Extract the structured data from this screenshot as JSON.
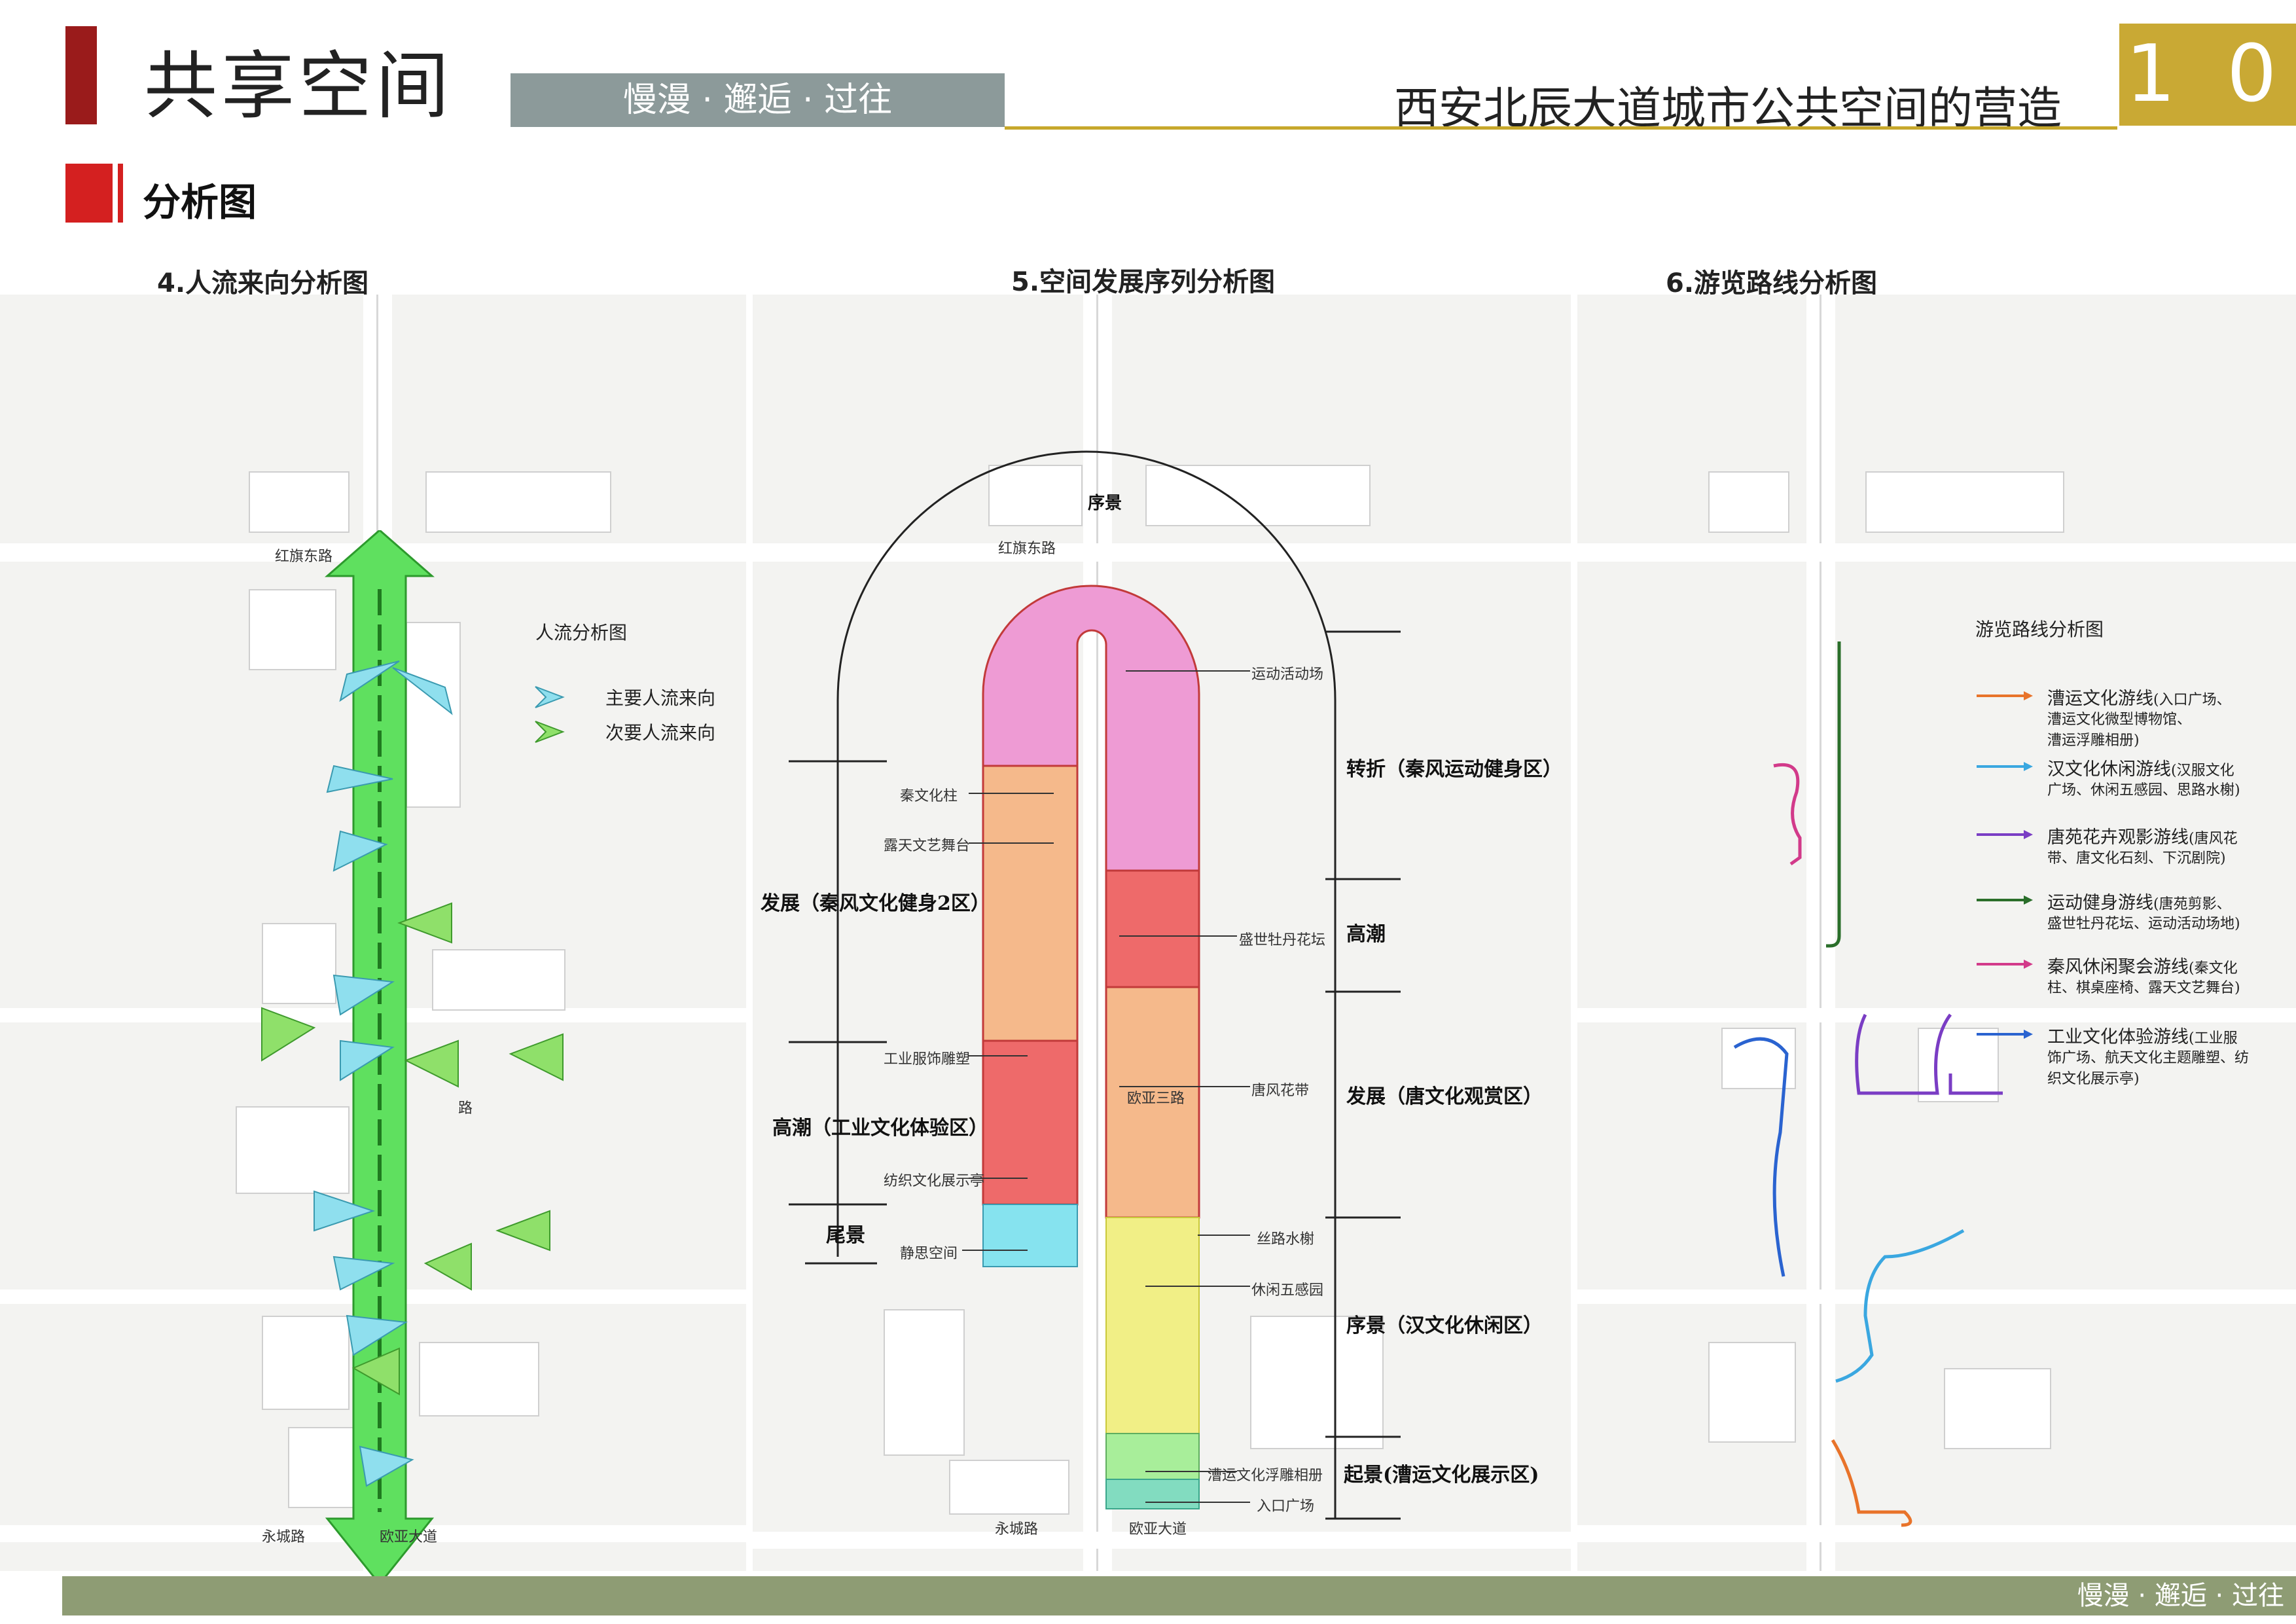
{
  "header": {
    "title": "共享空间",
    "subtitle": "慢漫 · 邂逅 · 过往",
    "project": "西安北辰大道城市公共空间的营造",
    "page_number": "1 0"
  },
  "section_label": "分析图",
  "panel1": {
    "title": "4.人流来向分析图",
    "legend_title": "人流分析图",
    "legend_primary": "主要人流来向",
    "legend_secondary": "次要人流来向",
    "road_top": "红旗东路",
    "road_bottom_left": "永城路",
    "road_bottom_right": "欧亚大道",
    "road_mid": "路"
  },
  "panel2": {
    "title": "5.空间发展序列分析图",
    "prelude": "序景",
    "road_top": "红旗东路",
    "road_bottom_left": "永城路",
    "road_bottom_right": "欧亚大道",
    "road_mid": "欧亚三路",
    "left_labels": {
      "development": "发展（秦风文化健身2区）",
      "climax": "高潮（工业文化体验区）",
      "tail": "尾景"
    },
    "right_labels": {
      "turn": "转折（秦风运动健身区）",
      "climax": "高潮",
      "development": "发展（唐文化观赏区）",
      "prelude": "序景（汉文化休闲区）",
      "start": "起景(漕运文化展示区)"
    },
    "features": {
      "sports": "运动活动场",
      "qin_pillar": "秦文化柱",
      "stage": "露天文艺舞台",
      "peony": "盛世牡丹花坛",
      "industrial": "工业服饰雕塑",
      "tang_belt": "唐风花带",
      "textile": "纺织文化展示亭",
      "silk": "丝路水榭",
      "quiet": "静思空间",
      "five_senses": "休闲五感园",
      "relief": "漕运文化浮雕相册",
      "entrance": "入口广场"
    },
    "zone_colors": {
      "pink": "#ee9bd4",
      "orange": "#f5b98b",
      "red": "#ee6a6a",
      "yellow": "#f1ef86",
      "cyan": "#86e3ef",
      "green": "#a8ee9a",
      "teal": "#82dcc0"
    }
  },
  "panel3": {
    "title": "6.游览路线分析图",
    "legend_title": "游览路线分析图",
    "routes": [
      {
        "name": "漕运文化游线",
        "detail1": "(入口广场、",
        "detail2": "漕运文化微型博物馆、",
        "detail3": "漕运浮雕相册)",
        "color": "#e8732a"
      },
      {
        "name": "汉文化休闲游线",
        "detail1": "(汉服文化",
        "detail2": "广场、休闲五感园、思路水榭)",
        "detail3": "",
        "color": "#3aa7e0"
      },
      {
        "name": "唐苑花卉观影游线",
        "detail1": "(唐风花",
        "detail2": "带、唐文化石刻、下沉剧院)",
        "detail3": "",
        "color": "#7a3dc4"
      },
      {
        "name": "运动健身游线",
        "detail1": "(唐苑剪影、",
        "detail2": "盛世牡丹花坛、运动活动场地)",
        "detail3": "",
        "color": "#2a6e2a"
      },
      {
        "name": "秦风休闲聚会游线",
        "detail1": "(秦文化",
        "detail2": "柱、棋桌座椅、露天文艺舞台)",
        "detail3": "",
        "color": "#d23a8a"
      },
      {
        "name": "工业文化体验游线",
        "detail1": "(工业服",
        "detail2": "饰广场、航天文化主题雕塑、纺",
        "detail3": "织文化展示亭)",
        "color": "#2a63d0"
      }
    ]
  },
  "footer": {
    "text": "慢漫 · 邂逅 · 过往"
  }
}
